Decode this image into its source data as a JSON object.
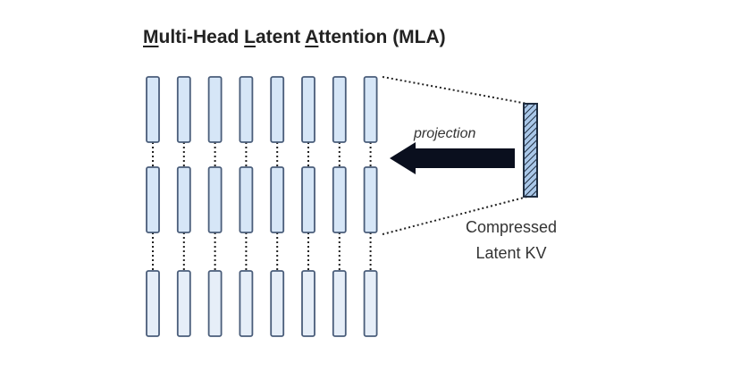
{
  "title": {
    "text": "Multi-Head Latent Attention (MLA)",
    "underlined_initials": [
      "M",
      "L",
      "A"
    ]
  },
  "grid": {
    "columns": 8,
    "rows": 3,
    "connector_style": "dotted",
    "cell_colors": [
      "#d6e6f7",
      "#d6e6f7",
      "#e6eef8"
    ],
    "stroke_color": "#4a5d7a"
  },
  "projection": {
    "label": "projection",
    "arrow_direction": "left",
    "arrow_color": "#0a0f1e"
  },
  "latent": {
    "label_line1": "Compressed",
    "label_line2": "Latent KV",
    "pattern": "diagonal-hatch",
    "fill_color": "#a9c7e8",
    "stroke_color": "#1f2d40"
  }
}
